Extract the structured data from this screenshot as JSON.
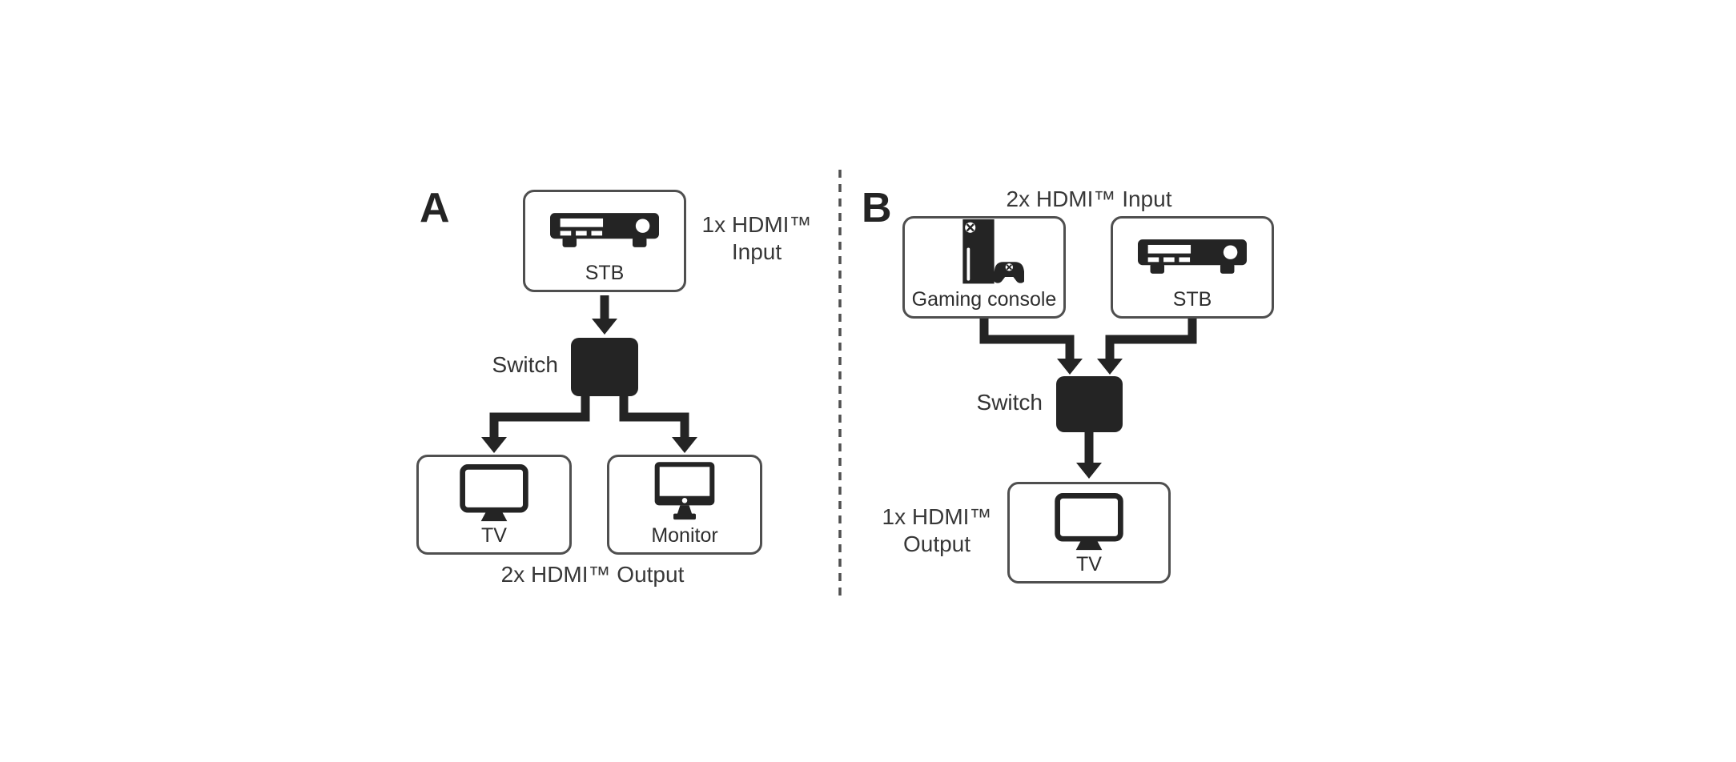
{
  "colors": {
    "ink": "#242424",
    "box_border": "#4f4f4f",
    "text": "#383838",
    "background": "#ffffff"
  },
  "panel_a": {
    "label": "A",
    "input_box": {
      "label": "STB",
      "icon": "stb-icon"
    },
    "input_caption": {
      "line1": "1x HDMI™",
      "line2": "Input"
    },
    "switch_label": "Switch",
    "output_boxes": [
      {
        "label": "TV",
        "icon": "tv-icon"
      },
      {
        "label": "Monitor",
        "icon": "monitor-icon"
      }
    ],
    "output_caption": "2x HDMI™ Output"
  },
  "panel_b": {
    "label": "B",
    "input_caption": "2x HDMI™ Input",
    "input_boxes": [
      {
        "label": "Gaming console",
        "icon": "gaming-console-icon"
      },
      {
        "label": "STB",
        "icon": "stb-icon"
      }
    ],
    "switch_label": "Switch",
    "output_box": {
      "label": "TV",
      "icon": "tv-icon"
    },
    "output_caption": {
      "line1": "1x HDMI™",
      "line2": "Output"
    }
  }
}
